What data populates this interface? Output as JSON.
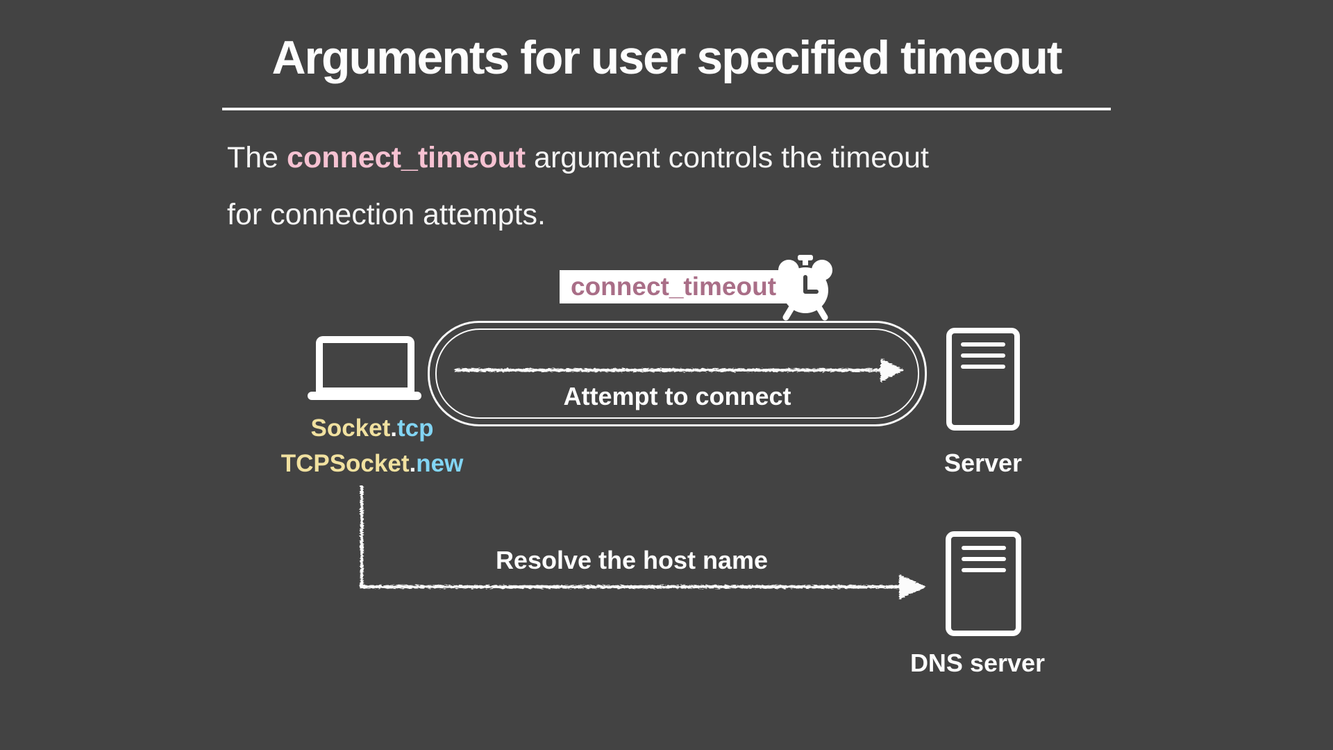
{
  "slide": {
    "title": "Arguments for user specified timeout",
    "body": {
      "line1_pre": "The ",
      "line1_keyword": "connect_timeout",
      "line1_post": " argument controls the timeout",
      "line2": "for connection attempts."
    }
  },
  "diagram": {
    "timeout_badge": {
      "label": "connect_timeout",
      "icon": "alarm-clock-icon"
    },
    "client": {
      "icon": "laptop-icon",
      "labels": [
        {
          "object": "Socket",
          "dot": ".",
          "method": "tcp"
        },
        {
          "object": "TCPSocket",
          "dot": ".",
          "method": "new"
        }
      ]
    },
    "connect_flow": {
      "label": "Attempt to connect",
      "arrow_direction": "right",
      "style": "chalk"
    },
    "resolve_flow": {
      "label": "Resolve the host name",
      "arrow_direction": "down-then-right",
      "style": "chalk"
    },
    "server": {
      "icon": "server-icon",
      "label": "Server"
    },
    "dns_server": {
      "icon": "server-icon",
      "label": "DNS server"
    }
  },
  "colors": {
    "background": "#434343",
    "text_white": "#fdfdfd",
    "keyword_pink": "#f6c2d2",
    "badge_text": "#a96e87",
    "badge_background": "#ffffff",
    "code_yellow": "#f1e1a0",
    "code_blue": "#82d5f4"
  }
}
